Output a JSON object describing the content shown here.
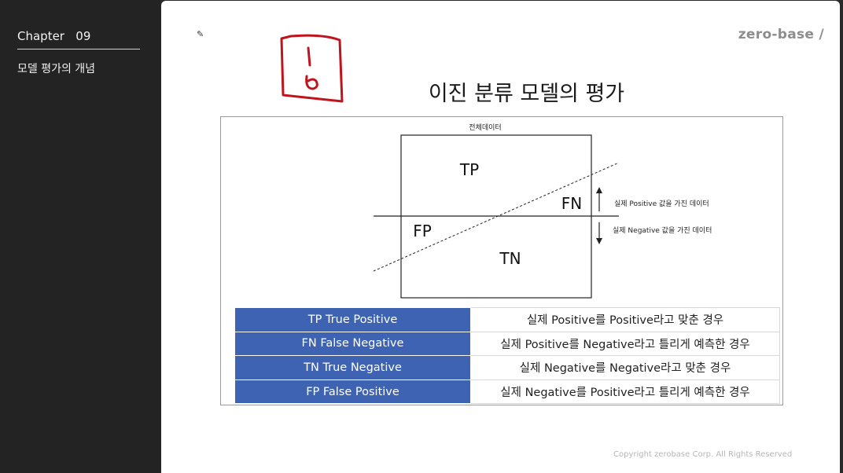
{
  "sidebar": {
    "chapter": "Chapter   09",
    "section": "모델 평가의 개념"
  },
  "slide": {
    "logo": "zero-base /",
    "title": "이진 분류 모델의 평가",
    "copyright": "Copyright zerobase Corp. All Rights Reserved"
  },
  "diagram": {
    "top_label": "전체데이터",
    "quadrants": {
      "tp": "TP",
      "fn": "FN",
      "fp": "FP",
      "tn": "TN"
    },
    "positive_note": "실제 Positive 값을 가진 데이터",
    "negative_note": "실제 Negative 값을 가진 데이터"
  },
  "table": {
    "rows": [
      {
        "term": "TP True Positive",
        "description": "실제 Positive를 Positive라고 맞춘 경우"
      },
      {
        "term": "FN False Negative",
        "description": "실제 Positive를 Negative라고 틀리게 예측한 경우"
      },
      {
        "term": "TN True Negative",
        "description": "실제 Negative를 Negative라고 맞춘 경우"
      },
      {
        "term": "FP False Positive",
        "description": "실제 Negative를 Positive라고 틀리게 예측한 경우"
      }
    ]
  },
  "annotation": {
    "glyph": "pencil-icon",
    "handwriting_color": "#c0141c"
  }
}
